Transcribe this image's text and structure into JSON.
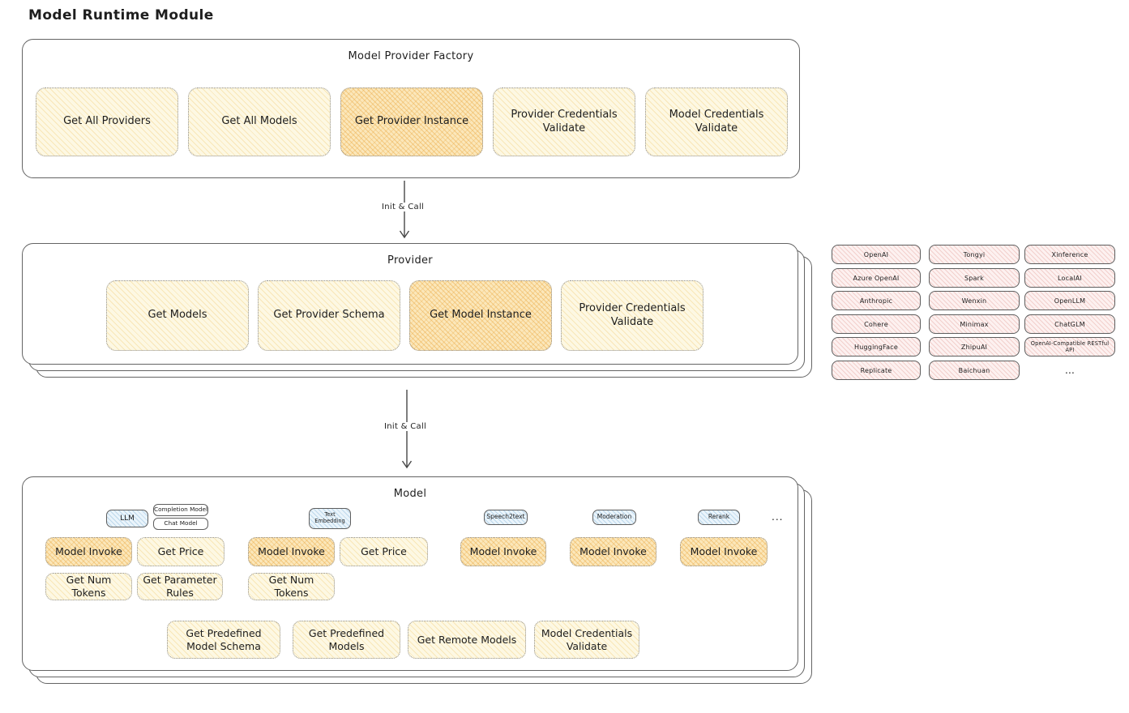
{
  "page_title": "Model Runtime Module",
  "arrow1_label": "Init & Call",
  "arrow2_label": "Init & Call",
  "factory": {
    "title": "Model Provider Factory",
    "buttons": [
      {
        "label": "Get All Providers"
      },
      {
        "label": "Get All Models"
      },
      {
        "label": "Get Provider Instance"
      },
      {
        "label": "Provider Credentials Validate"
      },
      {
        "label": "Model Credentials Validate"
      }
    ]
  },
  "provider": {
    "title": "Provider",
    "buttons": [
      {
        "label": "Get Models"
      },
      {
        "label": "Get Provider Schema"
      },
      {
        "label": "Get Model Instance"
      },
      {
        "label": "Provider Credentials Validate"
      }
    ]
  },
  "providers_grid": {
    "rows": [
      [
        "OpenAI",
        "Tongyi",
        "Xinference"
      ],
      [
        "Azure OpenAI",
        "Spark",
        "LocalAI"
      ],
      [
        "Anthropic",
        "Wenxin",
        "OpenLLM"
      ],
      [
        "Cohere",
        "Minimax",
        "ChatGLM"
      ],
      [
        "HuggingFace",
        "ZhipuAI",
        "OpenAI-Compatible RESTful API"
      ],
      [
        "Replicate",
        "Baichuan",
        "..."
      ]
    ]
  },
  "model": {
    "title": "Model",
    "tabs": {
      "llm": "LLM",
      "completion_model": "Completion Model",
      "chat_model": "Chat Model",
      "text_embedding": "Text Embedding",
      "speech2text": "Speech2text",
      "moderation": "Moderation",
      "rerank": "Rerank",
      "more": "..."
    },
    "llm_group": {
      "invoke": "Model Invoke",
      "get_price": "Get Price",
      "get_num_tokens": "Get Num Tokens",
      "get_parameter_rules": "Get Parameter Rules"
    },
    "text_embedding_group": {
      "invoke": "Model Invoke",
      "get_price": "Get Price",
      "get_num_tokens": "Get Num Tokens"
    },
    "speech2text_group": {
      "invoke": "Model Invoke"
    },
    "moderation_group": {
      "invoke": "Model Invoke"
    },
    "rerank_group": {
      "invoke": "Model Invoke"
    },
    "bottom_buttons": [
      {
        "label": "Get Predefined Model Schema"
      },
      {
        "label": "Get Predefined Models"
      },
      {
        "label": "Get Remote Models"
      },
      {
        "label": "Model Credentials Validate"
      }
    ]
  },
  "colors": {
    "yellow_fill": "#fdf8e3",
    "orange_fill": "#fbe7ba",
    "pink_fill": "#fdf1f0",
    "blue_fill": "#eaf4fb",
    "box_border": "#646464",
    "dotted_border": "#8f8f8f",
    "text": "#1e1e1e"
  }
}
